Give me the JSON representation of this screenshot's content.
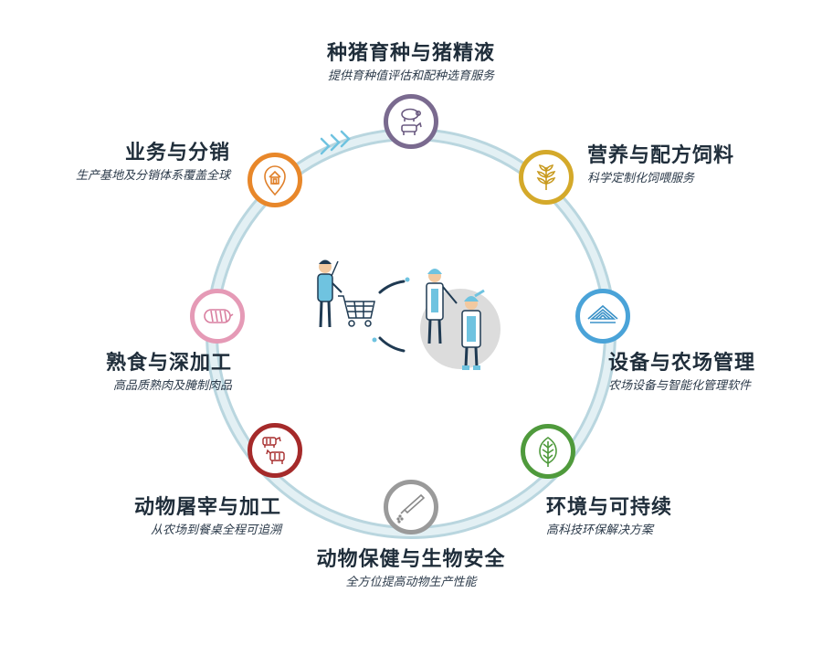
{
  "segments": [
    {
      "title": "种猪育种与猪精液",
      "subtitle": "提供育种值评估和配种选育服务",
      "color": "#7a6a8f",
      "icon": "pig-cow-icon"
    },
    {
      "title": "营养与配方饲料",
      "subtitle": "科学定制化饲喂服务",
      "color": "#d4a92a",
      "icon": "wheat-icon"
    },
    {
      "title": "设备与农场管理",
      "subtitle": "农场设备与智能化管理软件",
      "color": "#4aa3d8",
      "icon": "barn-roof-icon"
    },
    {
      "title": "环境与可持续",
      "subtitle": "高科技环保解决方案",
      "color": "#4f9a3c",
      "icon": "leaf-icon"
    },
    {
      "title": "动物保健与生物安全",
      "subtitle": "全方位提高动物生产性能",
      "color": "#9a9a9a",
      "icon": "syringe-icon"
    },
    {
      "title": "动物屠宰与加工",
      "subtitle": "从农场到餐桌全程可追溯",
      "color": "#a52a2a",
      "icon": "livestock-cuts-icon"
    },
    {
      "title": "熟食与深加工",
      "subtitle": "高品质熟肉及腌制肉品",
      "color": "#e59ab6",
      "icon": "sausage-icon"
    },
    {
      "title": "业务与分销",
      "subtitle": "生产基地及分销体系覆盖全球",
      "color": "#e8872a",
      "icon": "store-location-icon"
    }
  ],
  "colors": {
    "ring": "#d3e6ec",
    "ring_edge": "#b9d6df",
    "accent": "#2f7fb5",
    "text": "#1f2d3a"
  }
}
